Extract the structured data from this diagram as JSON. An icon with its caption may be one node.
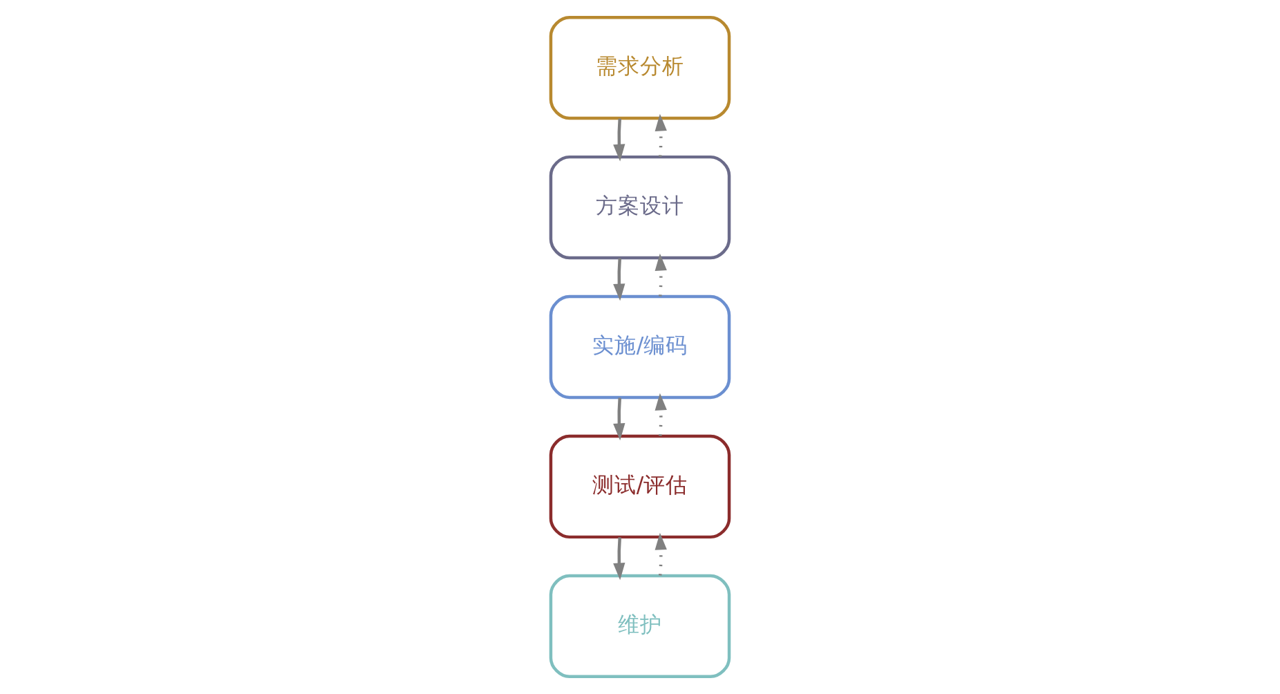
{
  "diagram": {
    "nodes": [
      {
        "text": [
          "需求分析"
        ]
      },
      {
        "text": [
          "方案设计"
        ]
      },
      {
        "text": [
          "实施/编码"
        ]
      },
      {
        "text": [
          "测试/评估"
        ]
      },
      {
        "text": [
          "维护"
        ]
      }
    ],
    "edges": [
      {
        "from": 0,
        "to": 1,
        "arrow": "to"
      },
      {
        "from": 1,
        "to": 0,
        "arrow": "to",
        "style": "dashed"
      },
      {
        "from": 1,
        "to": 2,
        "arrow": "to"
      },
      {
        "from": 2,
        "to": 1,
        "arrow": "to",
        "style": "dashed"
      },
      {
        "from": 2,
        "to": 3,
        "arrow": "to"
      },
      {
        "from": 3,
        "to": 2,
        "arrow": "to",
        "style": "dashed"
      },
      {
        "from": 3,
        "to": 4,
        "arrow": "to"
      },
      {
        "from": 4,
        "to": 3,
        "arrow": "to",
        "style": "dashed"
      }
    ]
  }
}
